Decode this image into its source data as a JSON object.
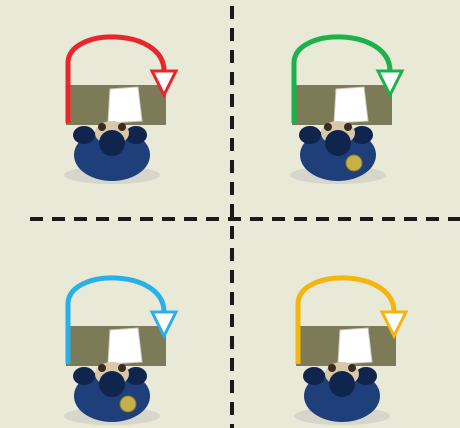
{
  "background_color": "#e8e9d6",
  "divider": {
    "color": "#1a1a1a",
    "style": "dashed"
  },
  "quadrants": [
    {
      "name": "top-left",
      "arrow_color": "#e8262b",
      "has_ball": false
    },
    {
      "name": "top-right",
      "arrow_color": "#1bb24a",
      "has_ball": true
    },
    {
      "name": "bottom-left",
      "arrow_color": "#2ab0e8",
      "has_ball": true
    },
    {
      "name": "bottom-right",
      "arrow_color": "#f5b50f",
      "has_ball": false
    }
  ],
  "icons": {
    "desk": "desk-icon",
    "paper": "paper-icon",
    "person": "person-icon",
    "ball": "ball-icon",
    "arrow": "curved-arrow-icon"
  },
  "colors": {
    "desk": "#7d7b57",
    "paper": "#ffffff",
    "body": "#1e3f7a",
    "body_dark": "#10254d",
    "skin": "#d9c7a8",
    "ball": "#c6b04a",
    "shadow": "#d6d6cc"
  }
}
